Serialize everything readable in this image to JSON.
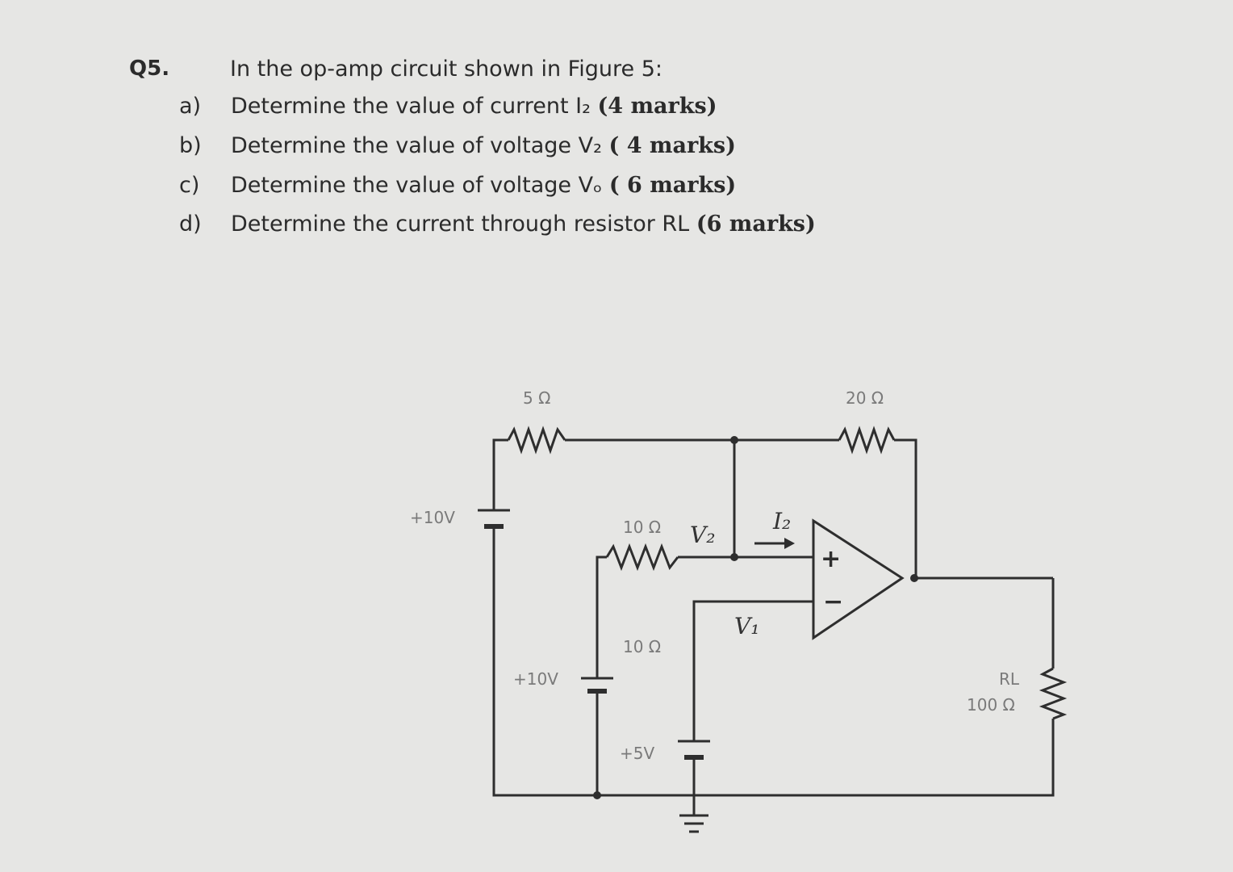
{
  "question": {
    "number": "Q5.",
    "intro": "In the op-amp circuit shown in Figure 5:",
    "parts": [
      {
        "label": "a)",
        "text": "Determine the value of current I₂",
        "marks": "(4 marks)"
      },
      {
        "label": "b)",
        "text": "Determine the value of voltage V₂",
        "marks": "( 4 marks)"
      },
      {
        "label": "c)",
        "text": "Determine the value of voltage Vₒ",
        "marks": "( 6 marks)"
      },
      {
        "label": "d)",
        "text": "Determine the current through resistor RL",
        "marks": "(6 marks)"
      }
    ]
  },
  "circuit": {
    "r1_label": "5 Ω",
    "r2_label": "20 Ω",
    "r3_label": "10 Ω",
    "r4_label": "10 Ω",
    "rl_name": "RL",
    "rl_value": "100 Ω",
    "source1_label": "+10V",
    "source2_label": "+10V",
    "source3_label": "+5V",
    "v2_label": "V₂",
    "i2_label": "I₂",
    "v1_label": "V₁",
    "opamp_plus": "+",
    "opamp_minus": "−"
  }
}
